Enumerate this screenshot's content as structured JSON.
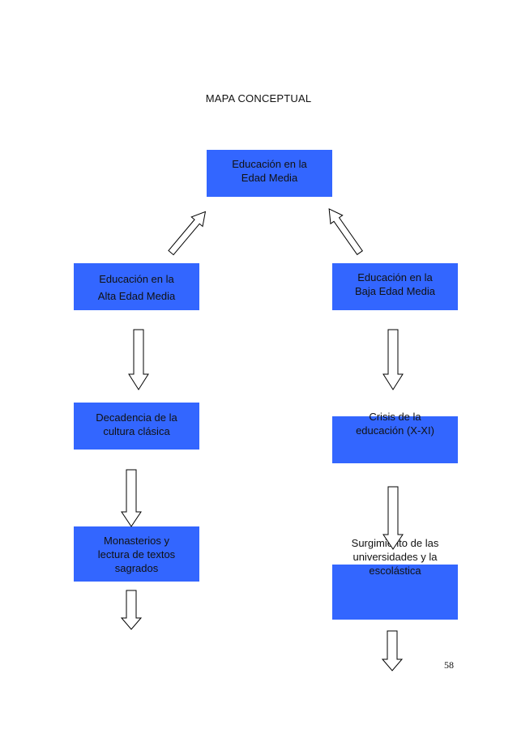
{
  "title": "MAPA CONCEPTUAL",
  "nodes": {
    "root": [
      "Educación en la",
      "Edad Media"
    ],
    "alta": [
      "Educación en la",
      "Alta Edad Media"
    ],
    "baja": [
      "Educación en la",
      "Baja Edad Media"
    ],
    "decadencia": [
      "Decadencia de la",
      "cultura clásica"
    ],
    "crisis": [
      "Crisis de la",
      "educación (X-XI)"
    ],
    "monasterios": [
      "Monasterios y",
      "lectura de textos",
      "sagrados"
    ],
    "surgimiento": [
      "Surgimiento de las",
      "universidades y la",
      "escolástica"
    ]
  },
  "page_number": "58",
  "colors": {
    "box_fill": "#3366ff",
    "arrow_stroke": "#000000",
    "arrow_fill": "#ffffff"
  }
}
